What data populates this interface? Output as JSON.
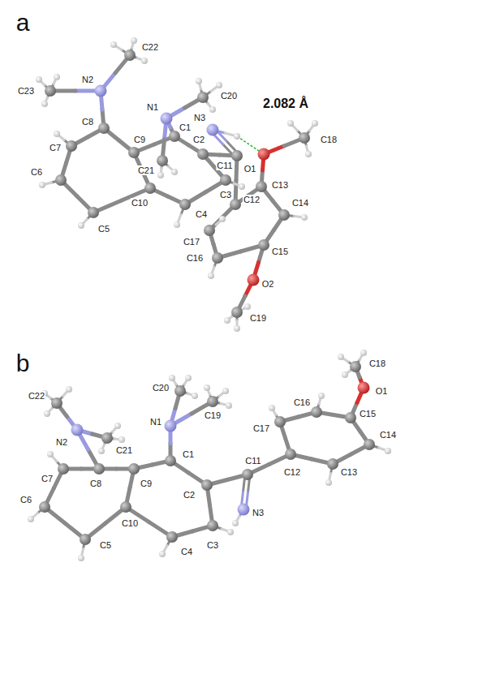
{
  "diagram": {
    "labels": [
      "a",
      "C22",
      "N2",
      "C23",
      "N1",
      "C20",
      "2.082 Å",
      "N3",
      "O1",
      "C18",
      "C8",
      "C7",
      "C9",
      "C1",
      "C2",
      "C11",
      "C6",
      "C21",
      "C3",
      "C13",
      "C10",
      "C12",
      "C5",
      "C4",
      "C17",
      "C14",
      "C16",
      "C15",
      "O2",
      "C19",
      "b",
      "C18",
      "C20",
      "O1",
      "C22",
      "N2",
      "C21",
      "N1",
      "C19",
      "C16",
      "C15",
      "C14",
      "C17",
      "C13",
      "C7",
      "C8",
      "C9",
      "C1",
      "C12",
      "C11",
      "C2",
      "C6",
      "C10",
      "C4",
      "C3",
      "N3",
      "C5"
    ]
  }
}
